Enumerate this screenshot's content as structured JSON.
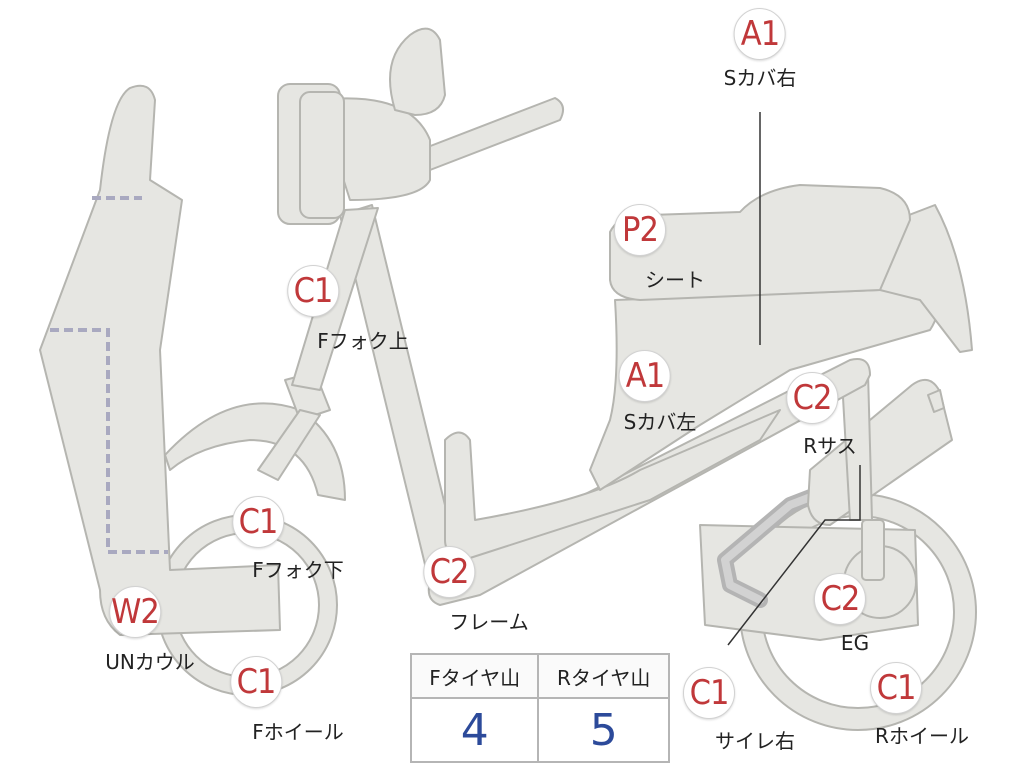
{
  "markers": {
    "s_cover_right": {
      "grade": "A1",
      "label": "Sカバ右"
    },
    "seat": {
      "grade": "P2",
      "label": "シート"
    },
    "f_fork_upper": {
      "grade": "C1",
      "label": "Fフォク上"
    },
    "s_cover_left": {
      "grade": "A1",
      "label": "Sカバ左"
    },
    "r_suspension": {
      "grade": "C2",
      "label": "Rサス"
    },
    "f_fork_lower": {
      "grade": "C1",
      "label": "Fフォク下"
    },
    "frame": {
      "grade": "C2",
      "label": "フレーム"
    },
    "un_cowl": {
      "grade": "W2",
      "label": "UNカウル"
    },
    "engine": {
      "grade": "C2",
      "label": "EG"
    },
    "f_wheel": {
      "grade": "C1",
      "label": "Fホイール"
    },
    "silencer_right": {
      "grade": "C1",
      "label": "サイレ右"
    },
    "r_wheel": {
      "grade": "C1",
      "label": "Rホイール"
    }
  },
  "tire_table": {
    "headers": [
      "Fタイヤ山",
      "Rタイヤ山"
    ],
    "values": [
      "4",
      "5"
    ]
  },
  "colors": {
    "grade_text": "#c0383a",
    "tire_value_text": "#2c4a9a",
    "part_fill": "#e6e6e2"
  }
}
